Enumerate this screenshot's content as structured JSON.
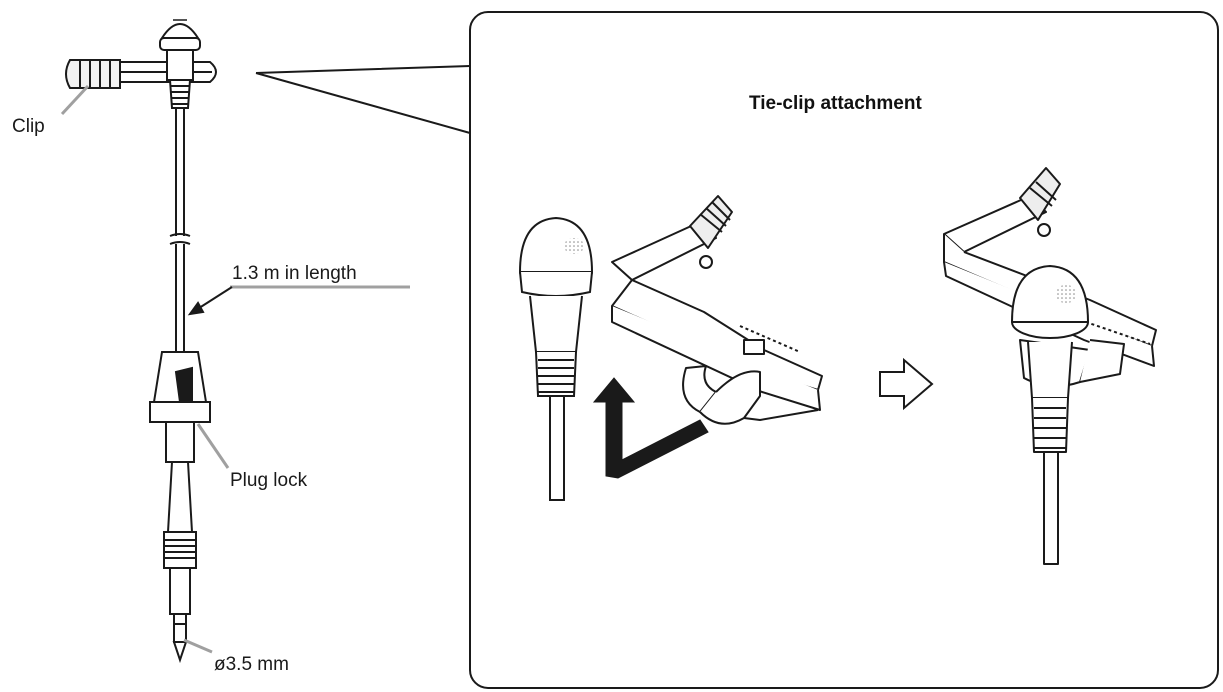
{
  "labels": {
    "clip": "Clip",
    "length": "1.3 m in length",
    "plug_lock": "Plug lock",
    "diameter": "ø3.5 mm"
  },
  "panel": {
    "title": "Tie-clip attachment"
  },
  "colors": {
    "line": "#1a1a1a",
    "fill_light": "#ffffff",
    "fill_shade": "#d9d9d9",
    "leader": "#a0a0a0"
  }
}
